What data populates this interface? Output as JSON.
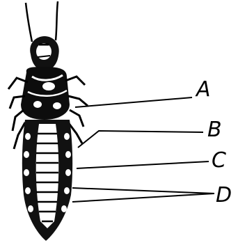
{
  "diagram": {
    "labels": [
      {
        "id": "A",
        "text": "A"
      },
      {
        "id": "B",
        "text": "B"
      },
      {
        "id": "C",
        "text": "C"
      },
      {
        "id": "D",
        "text": "D"
      }
    ]
  }
}
